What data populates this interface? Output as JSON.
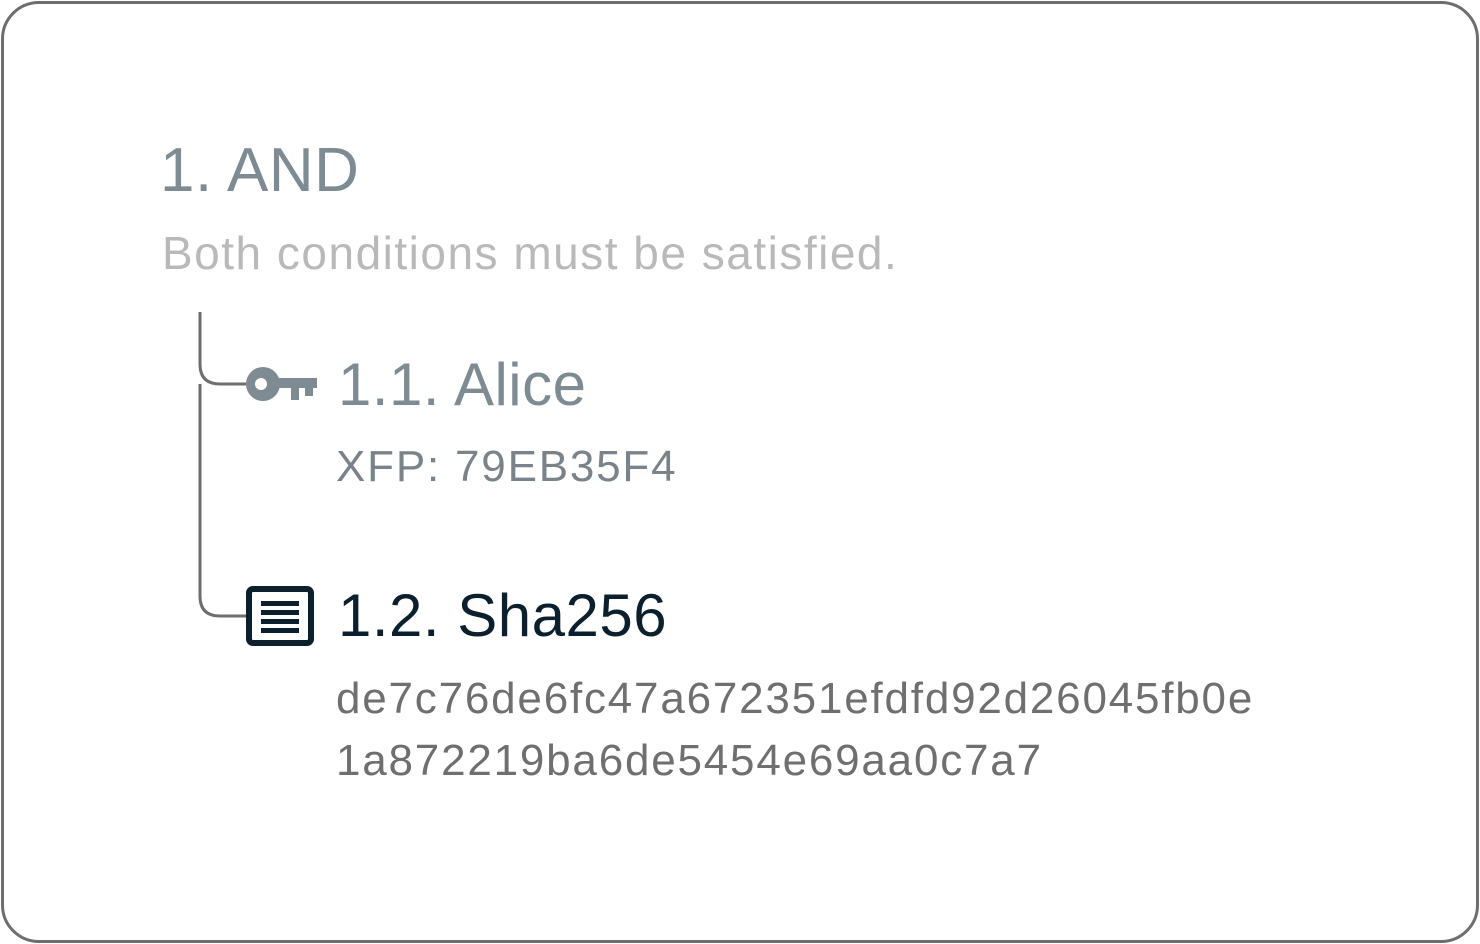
{
  "policy": {
    "title": "1. AND",
    "subtitle": "Both conditions must be satisfied.",
    "conditions": [
      {
        "icon": "key-icon",
        "title": "1.1. Alice",
        "detail": "XFP: 79EB35F4",
        "active": false
      },
      {
        "icon": "document-icon",
        "title": "1.2. Sha256",
        "detail_lines": [
          "de7c76de6fc47a672351efdfd92d26045fb0e",
          "1a872219ba6de5454e69aa0c7a7"
        ],
        "active": true
      }
    ]
  },
  "colors": {
    "border": "#6e6e6e",
    "muted_title": "#7e8b93",
    "subtitle": "#b9b9b9",
    "active_title": "#0c1f2c",
    "detail": "#7a8389"
  }
}
